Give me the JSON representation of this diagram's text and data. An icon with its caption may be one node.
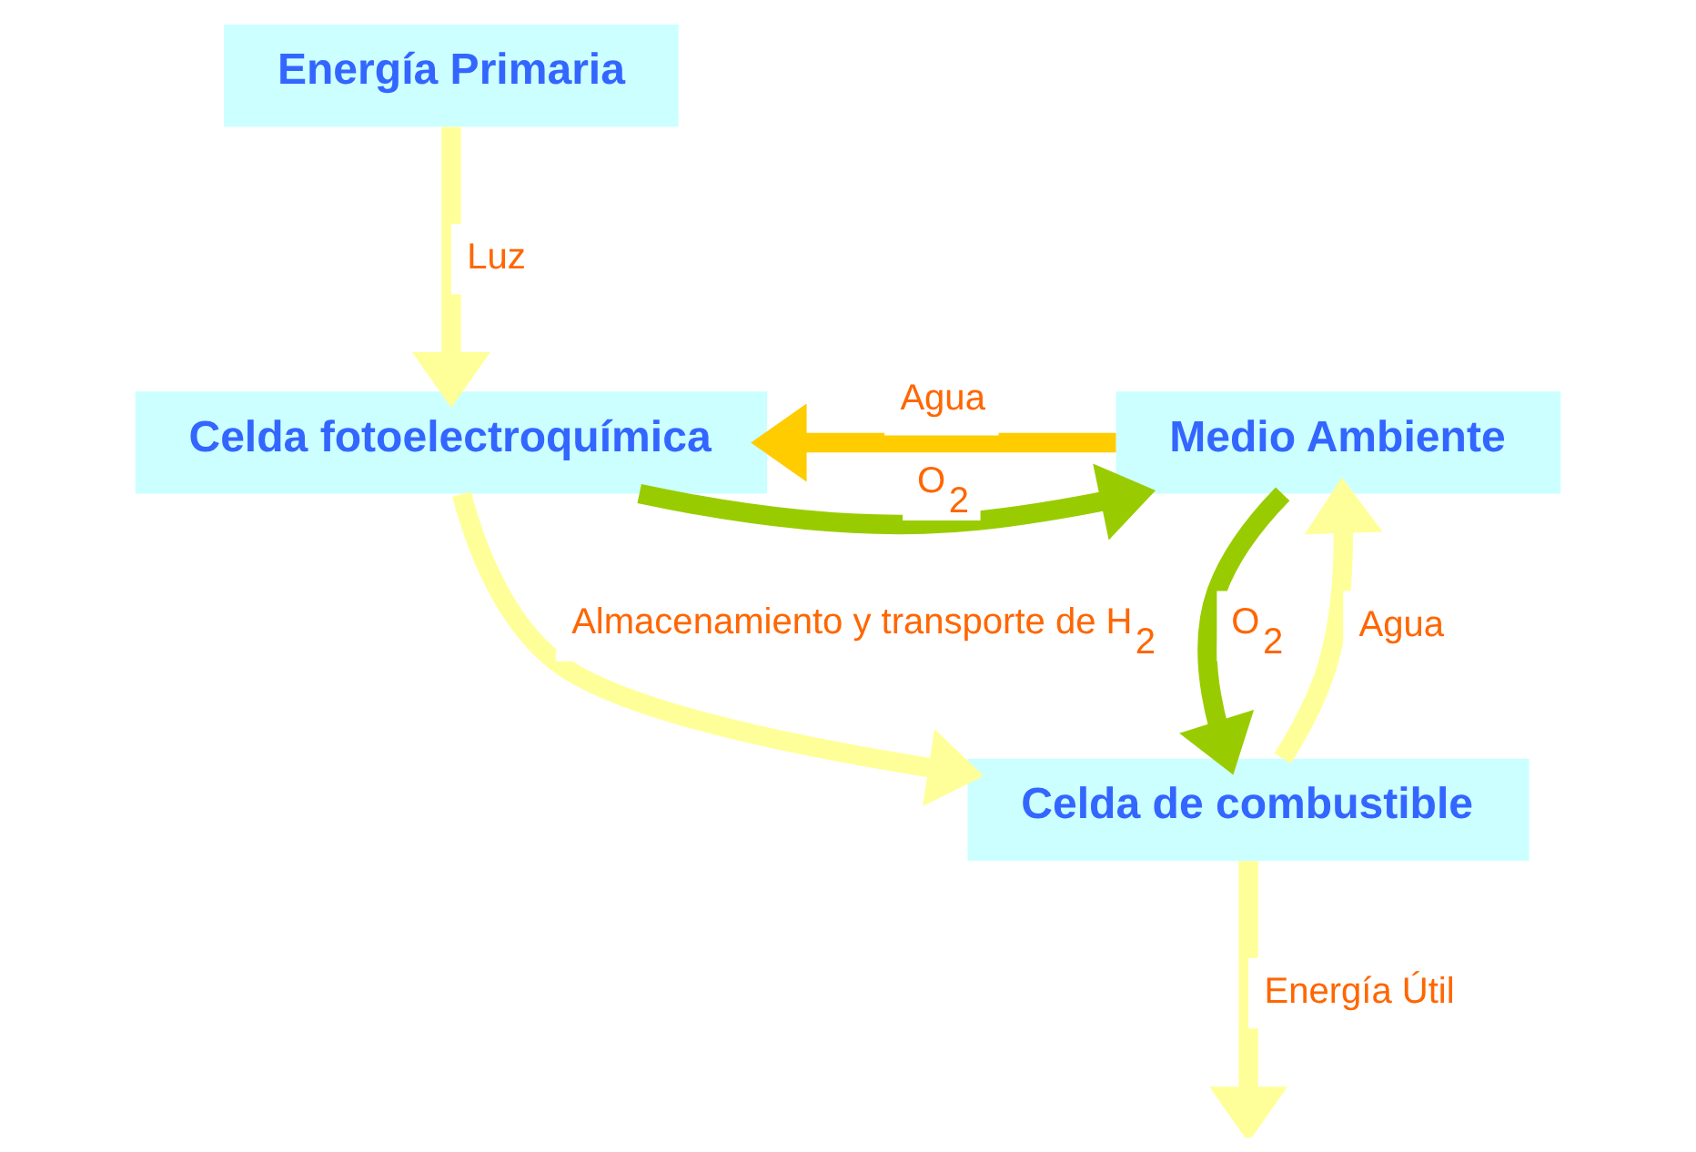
{
  "diagram": {
    "nodes": [
      {
        "text": [
          "Energía Primaria"
        ]
      },
      {
        "text": [
          "Celda fotoelectroquímica"
        ]
      },
      {
        "text": [
          "Medio Ambiente"
        ]
      },
      {
        "text": [
          "Celda de combustible"
        ]
      }
    ],
    "edges": [
      {
        "from": 0,
        "to": 1,
        "arrow": "to",
        "label": "Luz"
      },
      {
        "from": 1,
        "to": 2,
        "arrow": "to",
        "label": "O$_{2}$",
        "color": "#99cc00"
      },
      {
        "from": 2,
        "to": 1,
        "arrow": "to",
        "label": "Agua",
        "color": "#ffcc00"
      },
      {
        "from": 1,
        "to": 3,
        "arrow": "to",
        "label": "Almacenamiento y transporte de H$_{2}$"
      },
      {
        "from": 2,
        "to": 3,
        "arrow": "to",
        "label": "O$_{2}$",
        "color": "#99cc00"
      },
      {
        "from": 3,
        "to": 2,
        "arrow": "to",
        "label": "Agua"
      },
      {
        "from": 3,
        "to": null,
        "arrow": "to",
        "label": "Energía Útil"
      }
    ]
  }
}
